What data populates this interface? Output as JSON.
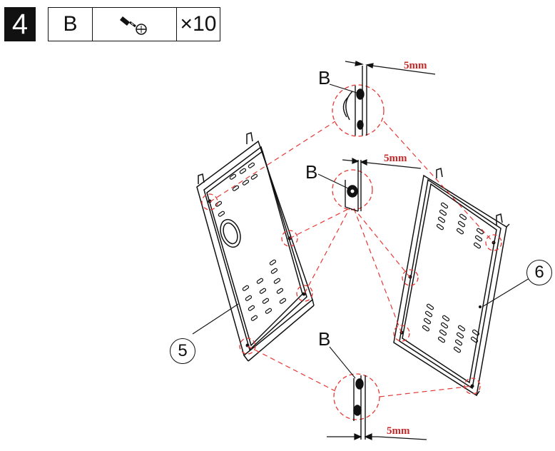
{
  "step": {
    "number": "4"
  },
  "parts": {
    "letter": "B",
    "icon": "screw-icon",
    "quantity": "×10"
  },
  "callouts": {
    "b1": "B",
    "b2": "B",
    "b3": "B"
  },
  "dimensions": {
    "d1": "5mm",
    "d2": "5mm",
    "d3": "5mm"
  },
  "part_numbers": {
    "left_panel": "5",
    "right_panel": "6"
  },
  "colors": {
    "line": "#111111",
    "guide": "#e53935",
    "dimension": "#c62828"
  }
}
